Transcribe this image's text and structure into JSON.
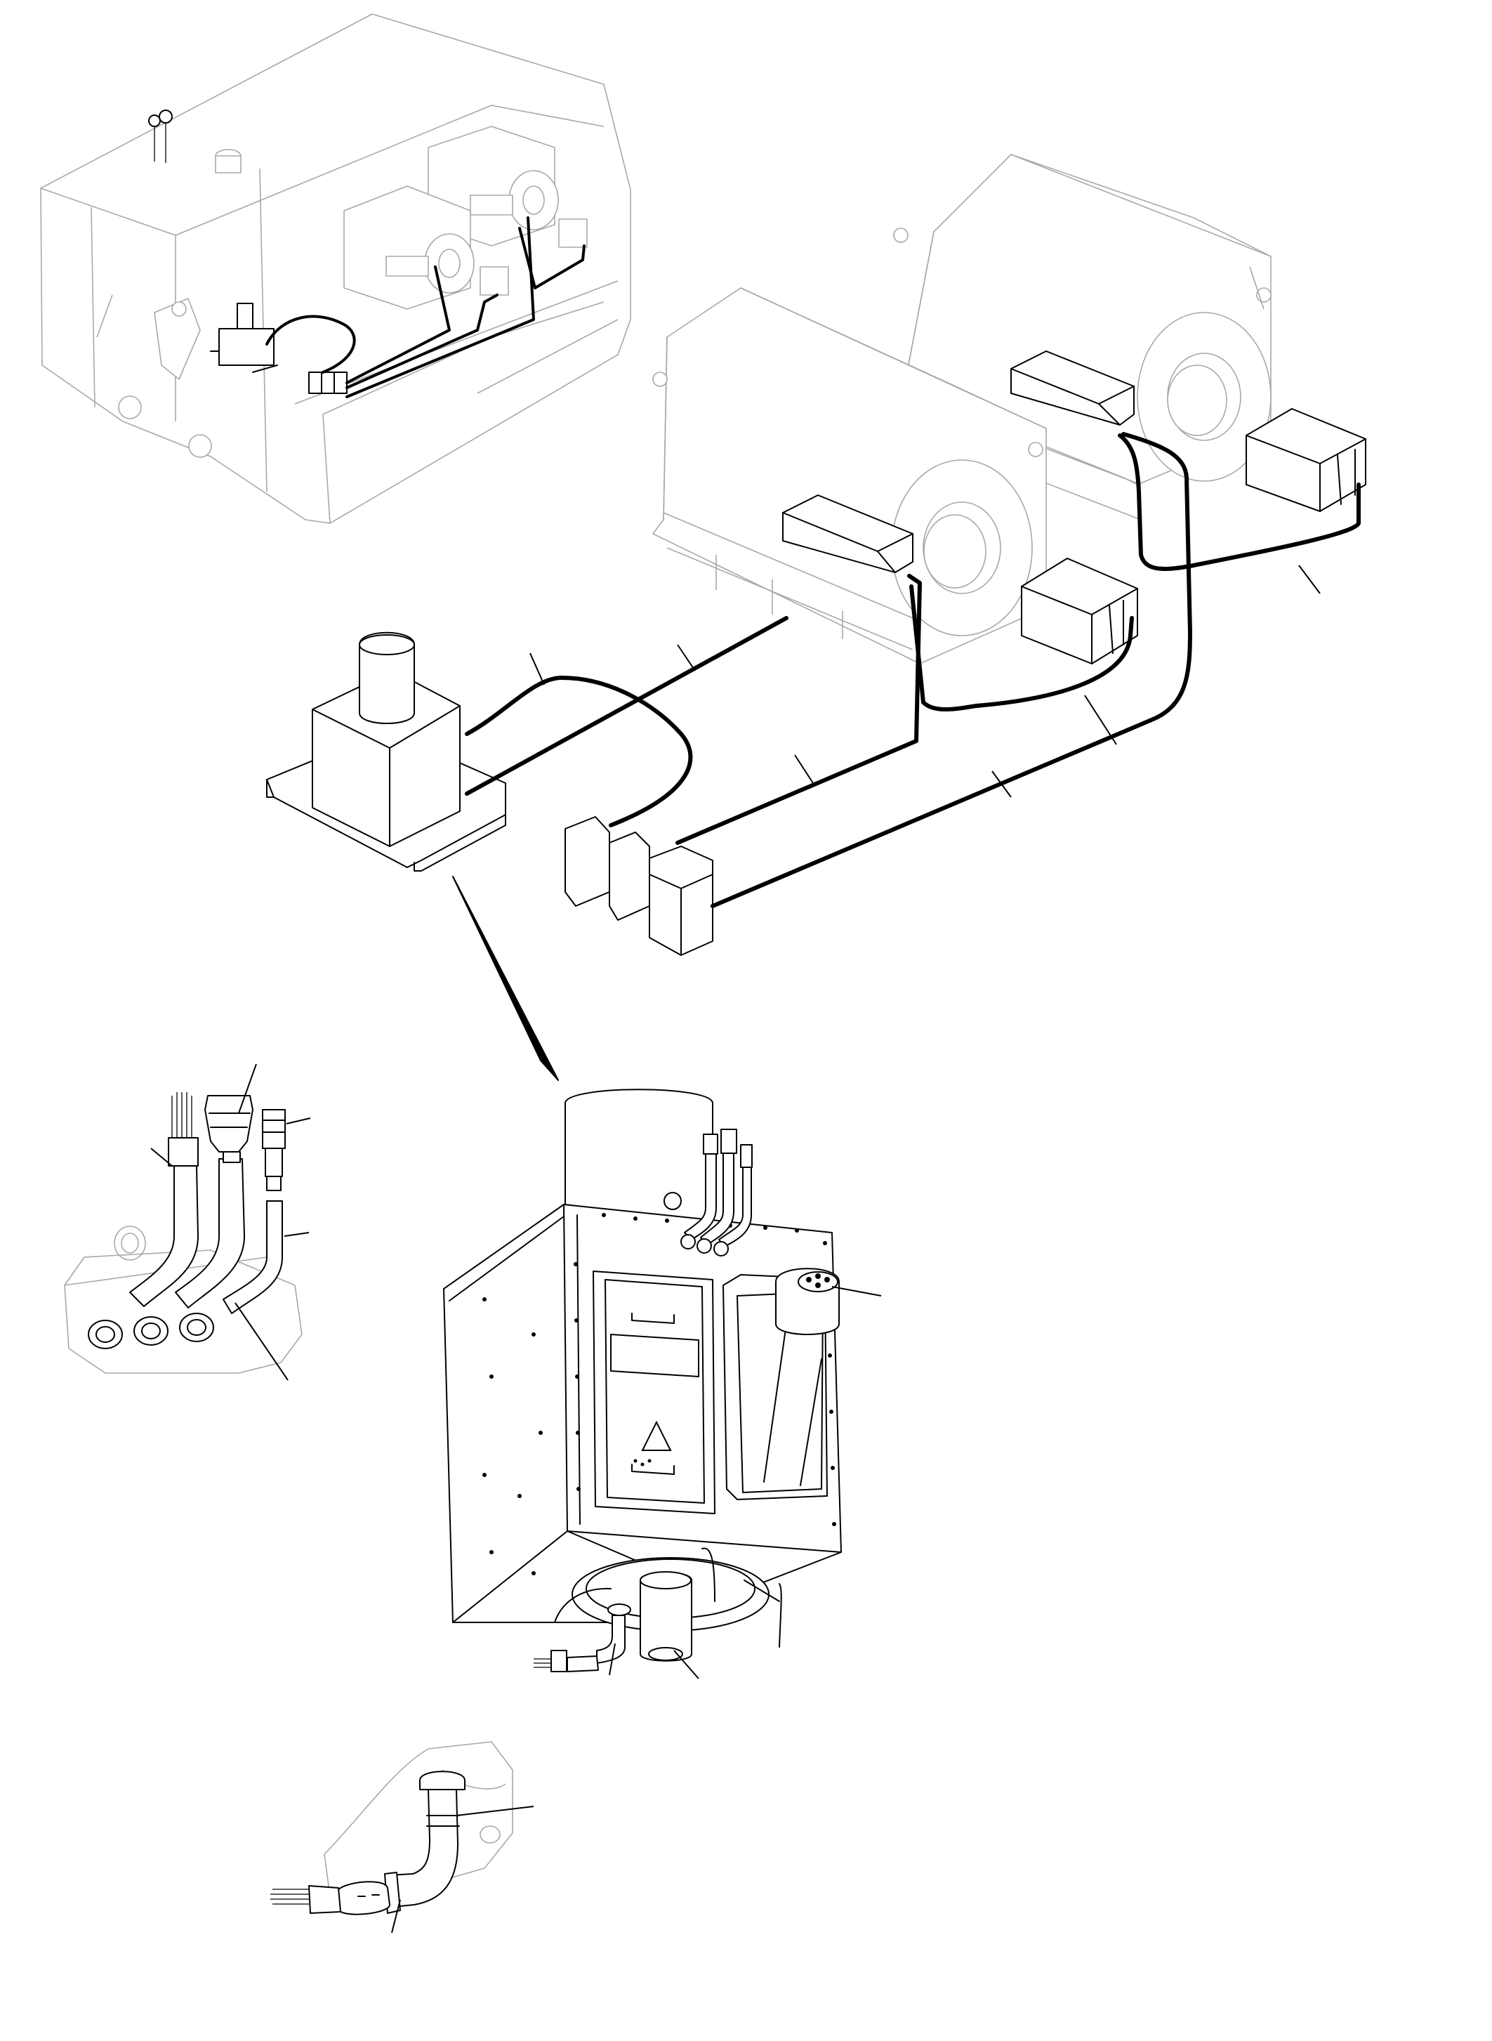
{
  "diagram": {
    "type": "exploded-parts-illustration",
    "colors": {
      "line": "#000000",
      "ghost_line": "#a8a8a8",
      "shade": "#bdbdbd",
      "background": "#ffffff"
    },
    "views": [
      {
        "name": "machine-overview-view"
      },
      {
        "name": "motor-harness-view"
      },
      {
        "name": "connector-detail-view"
      },
      {
        "name": "junction-box-view"
      },
      {
        "name": "bottom-elbow-detail-view"
      }
    ],
    "callouts": 15
  }
}
